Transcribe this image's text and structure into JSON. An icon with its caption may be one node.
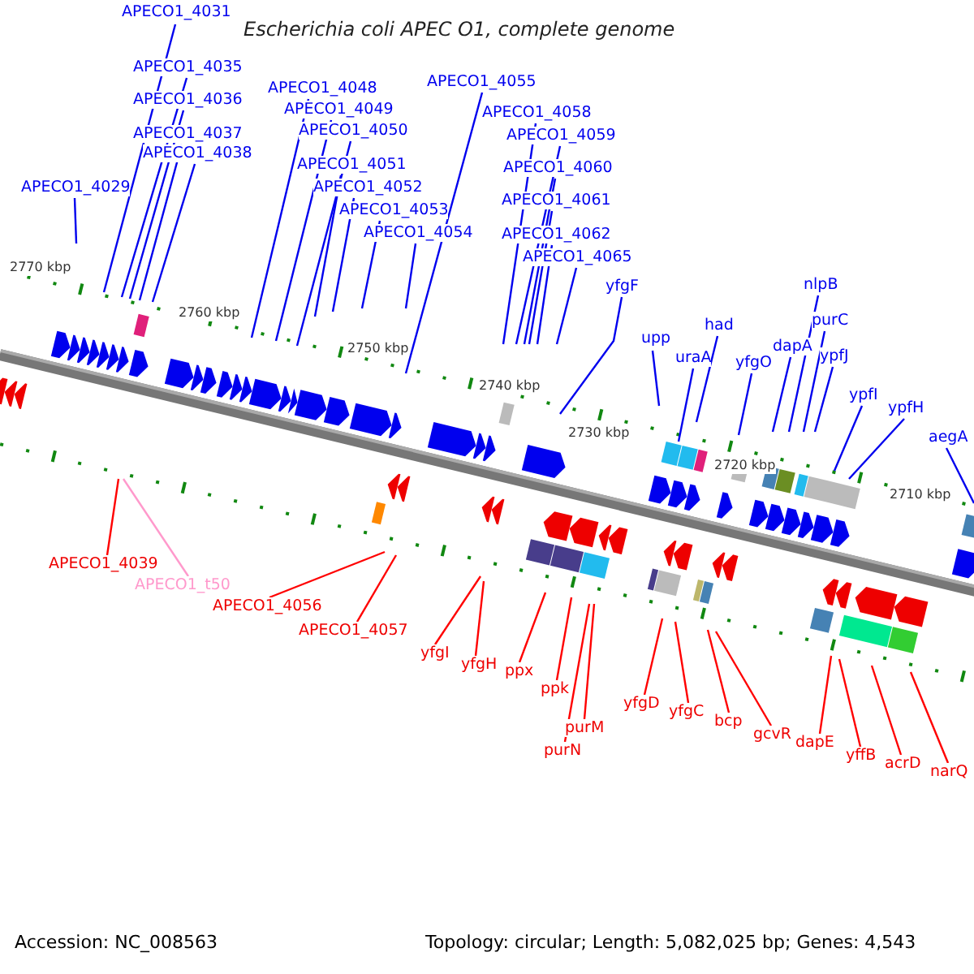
{
  "diagram": {
    "title": "Escherichia coli APEC O1, complete genome",
    "nodes": [
      {
        "text": [
          "APECO1_4031"
        ]
      },
      {
        "text": [
          "APECO1_4035"
        ]
      },
      {
        "text": [
          "APECO1_4036"
        ]
      },
      {
        "text": [
          "APECO1_4037"
        ]
      },
      {
        "text": [
          "APECO1_4038"
        ]
      },
      {
        "text": [
          "APECO1_4029"
        ]
      },
      {
        "text": [
          "APECO1_4048"
        ]
      },
      {
        "text": [
          "APECO1_4049"
        ]
      },
      {
        "text": [
          "APECO1_4050"
        ]
      },
      {
        "text": [
          "APECO1_4051"
        ]
      },
      {
        "text": [
          "APECO1_4052"
        ]
      },
      {
        "text": [
          "APECO1_4053"
        ]
      },
      {
        "text": [
          "APECO1_4054"
        ]
      },
      {
        "text": [
          "APECO1_4055"
        ]
      },
      {
        "text": [
          "APECO1_4058"
        ]
      },
      {
        "text": [
          "APECO1_4059"
        ]
      },
      {
        "text": [
          "APECO1_4060"
        ]
      },
      {
        "text": [
          "APECO1_4061"
        ]
      },
      {
        "text": [
          "APECO1_4062"
        ]
      },
      {
        "text": [
          "APECO1_4065"
        ]
      },
      {
        "text": [
          "yfgF"
        ]
      },
      {
        "text": [
          "upp"
        ]
      },
      {
        "text": [
          "uraA"
        ]
      },
      {
        "text": [
          "had"
        ]
      },
      {
        "text": [
          "yfgO"
        ]
      },
      {
        "text": [
          "dapA"
        ]
      },
      {
        "text": [
          "nlpB"
        ]
      },
      {
        "text": [
          "purC"
        ]
      },
      {
        "text": [
          "ypfJ"
        ]
      },
      {
        "text": [
          "ypfI"
        ]
      },
      {
        "text": [
          "ypfH"
        ]
      },
      {
        "text": [
          "aegA"
        ]
      },
      {
        "text": [
          "APECO1_4039"
        ]
      },
      {
        "text": [
          "APECO1_t50"
        ]
      },
      {
        "text": [
          "APECO1_4056"
        ]
      },
      {
        "text": [
          "APECO1_4057"
        ]
      },
      {
        "text": [
          "yfgI"
        ]
      },
      {
        "text": [
          "yfgH"
        ]
      },
      {
        "text": [
          "ppx"
        ]
      },
      {
        "text": [
          "ppk"
        ]
      },
      {
        "text": [
          "purM"
        ]
      },
      {
        "text": [
          "purN"
        ]
      },
      {
        "text": [
          "yfgD"
        ]
      },
      {
        "text": [
          "yfgC"
        ]
      },
      {
        "text": [
          "bcp"
        ]
      },
      {
        "text": [
          "gcvR"
        ]
      },
      {
        "text": [
          "dapE"
        ]
      },
      {
        "text": [
          "yffB"
        ]
      },
      {
        "text": [
          "acrD"
        ]
      },
      {
        "text": [
          "narQ"
        ]
      }
    ],
    "edges": [
      {
        "from": 0,
        "to": null,
        "arrow": "none"
      },
      {
        "from": 1,
        "to": null,
        "arrow": "none"
      },
      {
        "from": 2,
        "to": null,
        "arrow": "none"
      },
      {
        "from": 3,
        "to": null,
        "arrow": "none"
      },
      {
        "from": 4,
        "to": null,
        "arrow": "none"
      },
      {
        "from": 5,
        "to": null,
        "arrow": "none"
      },
      {
        "from": 6,
        "to": null,
        "arrow": "none"
      },
      {
        "from": 7,
        "to": null,
        "arrow": "none"
      },
      {
        "from": 8,
        "to": null,
        "arrow": "none"
      },
      {
        "from": 9,
        "to": null,
        "arrow": "none"
      },
      {
        "from": 10,
        "to": null,
        "arrow": "none"
      },
      {
        "from": 11,
        "to": null,
        "arrow": "none"
      },
      {
        "from": 12,
        "to": null,
        "arrow": "none"
      },
      {
        "from": 13,
        "to": null,
        "arrow": "none"
      },
      {
        "from": 14,
        "to": null,
        "arrow": "none"
      },
      {
        "from": 15,
        "to": null,
        "arrow": "none"
      },
      {
        "from": 16,
        "to": null,
        "arrow": "none"
      },
      {
        "from": 17,
        "to": null,
        "arrow": "none"
      },
      {
        "from": 18,
        "to": null,
        "arrow": "none"
      },
      {
        "from": 19,
        "to": null,
        "arrow": "none"
      },
      {
        "from": 20,
        "to": null,
        "arrow": "none"
      },
      {
        "from": 21,
        "to": null,
        "arrow": "none"
      },
      {
        "from": 22,
        "to": null,
        "arrow": "none"
      },
      {
        "from": 23,
        "to": null,
        "arrow": "none"
      },
      {
        "from": 24,
        "to": null,
        "arrow": "none"
      },
      {
        "from": 25,
        "to": null,
        "arrow": "none"
      },
      {
        "from": 26,
        "to": null,
        "arrow": "none"
      },
      {
        "from": 27,
        "to": null,
        "arrow": "none"
      },
      {
        "from": 28,
        "to": null,
        "arrow": "none"
      },
      {
        "from": 29,
        "to": null,
        "arrow": "none"
      },
      {
        "from": 30,
        "to": null,
        "arrow": "none"
      },
      {
        "from": 31,
        "to": null,
        "arrow": "none"
      },
      {
        "from": 32,
        "to": null,
        "arrow": "none",
        "color": "#ff0000"
      },
      {
        "from": 33,
        "to": null,
        "arrow": "none",
        "color": "#ff99cc"
      },
      {
        "from": 34,
        "to": null,
        "arrow": "none",
        "color": "#ff0000"
      },
      {
        "from": 35,
        "to": null,
        "arrow": "none",
        "color": "#ff0000"
      },
      {
        "from": 36,
        "to": null,
        "arrow": "none",
        "color": "#ff0000"
      },
      {
        "from": 37,
        "to": null,
        "arrow": "none",
        "color": "#ff0000"
      },
      {
        "from": 38,
        "to": null,
        "arrow": "none",
        "color": "#ff0000"
      },
      {
        "from": 39,
        "to": null,
        "arrow": "none",
        "color": "#ff0000"
      },
      {
        "from": 40,
        "to": null,
        "arrow": "none",
        "color": "#ff0000"
      },
      {
        "from": 41,
        "to": null,
        "arrow": "none",
        "color": "#ff0000"
      },
      {
        "from": 42,
        "to": null,
        "arrow": "none",
        "color": "#ff0000"
      },
      {
        "from": 43,
        "to": null,
        "arrow": "none",
        "color": "#ff0000"
      },
      {
        "from": 44,
        "to": null,
        "arrow": "none",
        "color": "#ff0000"
      },
      {
        "from": 45,
        "to": null,
        "arrow": "none",
        "color": "#ff0000"
      },
      {
        "from": 46,
        "to": null,
        "arrow": "none",
        "color": "#ff0000"
      },
      {
        "from": 47,
        "to": null,
        "arrow": "none",
        "color": "#ff0000"
      },
      {
        "from": 48,
        "to": null,
        "arrow": "none",
        "color": "#ff0000"
      },
      {
        "from": 49,
        "to": null,
        "arrow": "none",
        "color": "#ff0000"
      }
    ],
    "labels": [
      "2770 kbp",
      "2760 kbp",
      "2750 kbp",
      "2740 kbp",
      "2730 kbp",
      "2720 kbp",
      "2710 kbp",
      "Accession: NC_008563",
      "Topology: circular; Length: 5,082,025 bp; Genes: 4,543"
    ]
  }
}
